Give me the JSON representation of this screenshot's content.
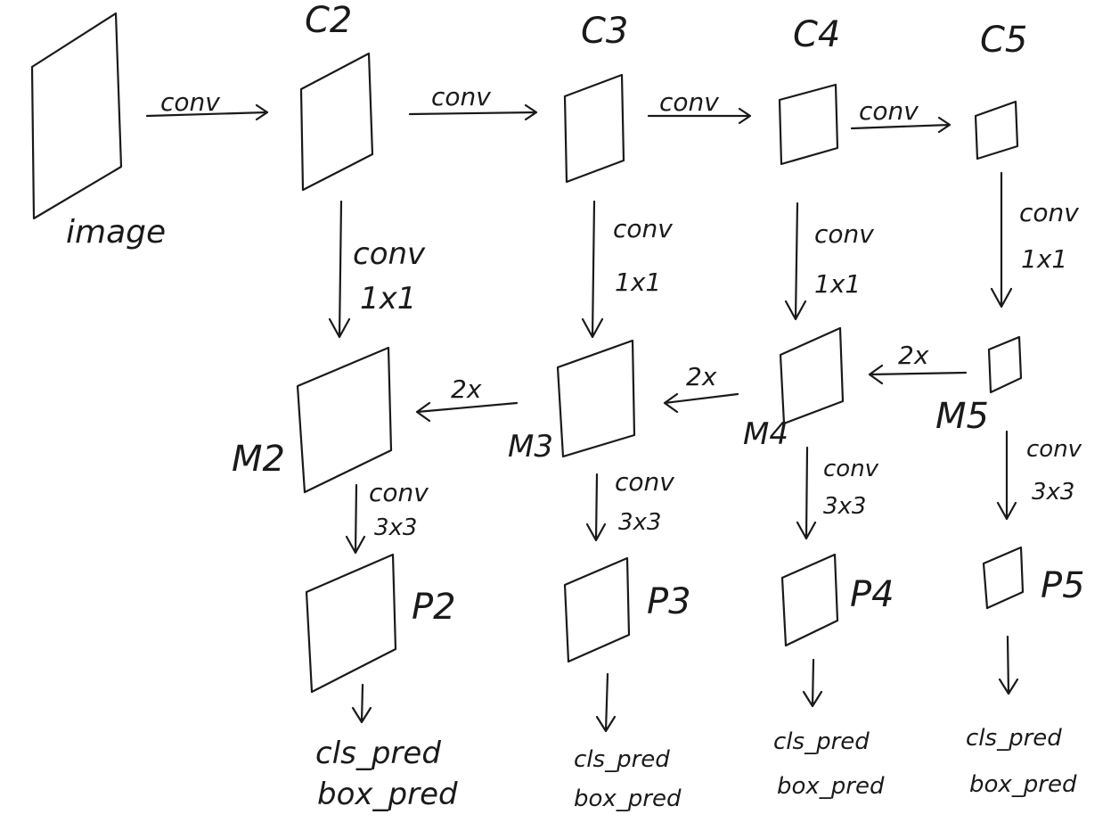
{
  "input": {
    "label": "image"
  },
  "stages": [
    {
      "c": "C2",
      "m": "M2",
      "p": "P2",
      "cls": "cls_pred",
      "box": "box_pred"
    },
    {
      "c": "C3",
      "m": "M3",
      "p": "P3",
      "cls": "cls_pred",
      "box": "box_pred"
    },
    {
      "c": "C4",
      "m": "M4",
      "p": "P4",
      "cls": "cls_pred",
      "box": "box_pred"
    },
    {
      "c": "C5",
      "m": "M5",
      "p": "P5",
      "cls": "cls_pred",
      "box": "box_pred"
    }
  ],
  "edges": {
    "conv": "conv",
    "conv1x1_a": "conv",
    "conv1x1_b": "1x1",
    "upsample": "2x",
    "conv3x3_a": "conv",
    "conv3x3_b": "3x3"
  }
}
